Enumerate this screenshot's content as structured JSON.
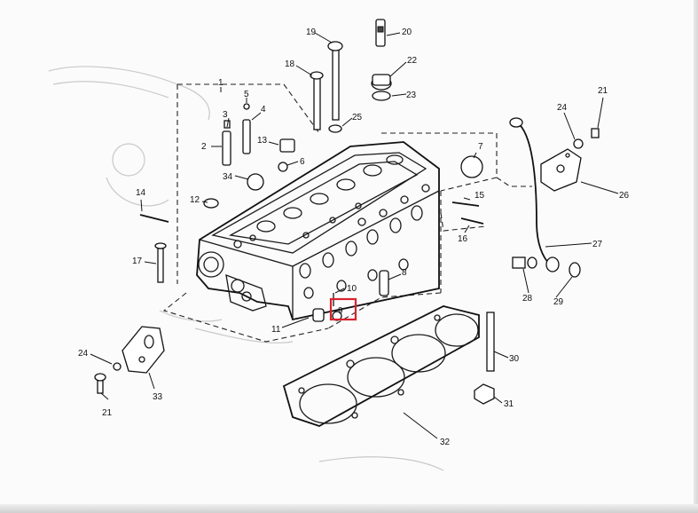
{
  "labels": {
    "l1": "1",
    "l2": "2",
    "l3": "3",
    "l4": "4",
    "l5": "5",
    "l6": "6",
    "l7": "7",
    "l8": "8",
    "l9": "9",
    "l10": "10",
    "l11": "11",
    "l12": "12",
    "l13": "13",
    "l14": "14",
    "l15": "15",
    "l16": "16",
    "l17": "17",
    "l18": "18",
    "l19": "19",
    "l20": "20",
    "l21a": "21",
    "l21b": "21",
    "l22": "22",
    "l23": "23",
    "l24a": "24",
    "l24b": "24",
    "l25": "25",
    "l26": "26",
    "l27": "27",
    "l28": "28",
    "l29": "29",
    "l30": "30",
    "l31": "31",
    "l32": "32",
    "l33": "33",
    "l34": "34"
  },
  "highlight_color": "#d9232e"
}
